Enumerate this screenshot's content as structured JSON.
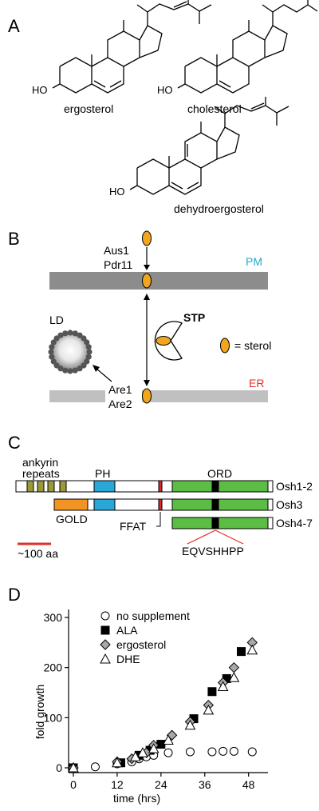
{
  "panels": {
    "a": {
      "label": "A",
      "molecules": [
        {
          "name": "ergosterol",
          "hydroxyl": "HO"
        },
        {
          "name": "cholesterol",
          "hydroxyl": "HO"
        },
        {
          "name": "dehydroergosterol",
          "hydroxyl": "HO"
        }
      ]
    },
    "b": {
      "label": "B",
      "transporters": [
        "Aus1",
        "Pdr11"
      ],
      "pm_label": "PM",
      "er_label": "ER",
      "ld_label": "LD",
      "stp_label": "STP",
      "esterases": [
        "Are1",
        "Are2"
      ],
      "legend_text": "= sterol",
      "colors": {
        "pm": "#22aacc",
        "er": "#e0302a",
        "sterol": "#f2a51f",
        "membrane": "#8c8c8c",
        "er_membrane": "#c0c0c0"
      }
    },
    "c": {
      "label": "C",
      "ankyrin_label_1": "ankyrin",
      "ankyrin_label_2": "repeats",
      "ph_label": "PH",
      "ord_label": "ORD",
      "gold_label": "GOLD",
      "ffat_label": "FFAT",
      "motif_label": "EQVSHHPP",
      "proteins": [
        "Osh1-2",
        "Osh3",
        "Osh4-7"
      ],
      "scale_label": "~100 aa",
      "colors": {
        "ankyrin": "#9a9a3a",
        "ph": "#29a8d8",
        "ord": "#5cbd45",
        "gold": "#f39322",
        "ffat": "#d82b2b",
        "motif": "#000000",
        "scale": "#e0302a"
      }
    },
    "d": {
      "label": "D",
      "legend": [
        {
          "text": "no supplement",
          "marker": "circle"
        },
        {
          "text": "ALA",
          "marker": "square"
        },
        {
          "text": "ergosterol",
          "marker": "diamond"
        },
        {
          "text": "DHE",
          "marker": "triangle"
        }
      ]
    }
  },
  "chart_data": {
    "type": "scatter",
    "xlabel": "time (hrs)",
    "ylabel": "fold growth",
    "xlim": [
      0,
      52
    ],
    "ylim": [
      0,
      300
    ],
    "xticks": [
      0,
      12,
      24,
      36,
      48
    ],
    "yticks": [
      0,
      100,
      200,
      300
    ],
    "grid": false,
    "legend_position": "top-right",
    "series": [
      {
        "name": "no supplement",
        "marker": "circle",
        "x": [
          0,
          6,
          12,
          16,
          18,
          20,
          22,
          26,
          32,
          38,
          41,
          44,
          49
        ],
        "y": [
          0,
          2,
          8,
          12,
          18,
          22,
          25,
          30,
          32,
          32,
          33,
          33,
          32
        ]
      },
      {
        "name": "ALA",
        "marker": "square",
        "x": [
          0,
          13,
          18,
          21,
          24,
          33,
          38,
          42,
          46
        ],
        "y": [
          0,
          10,
          25,
          35,
          47,
          98,
          152,
          178,
          232
        ]
      },
      {
        "name": "ergosterol",
        "marker": "diamond",
        "x": [
          0,
          12,
          16,
          20,
          22,
          27,
          32,
          37,
          41,
          44,
          49
        ],
        "y": [
          0,
          12,
          18,
          30,
          45,
          65,
          92,
          125,
          170,
          200,
          250
        ]
      },
      {
        "name": "DHE",
        "marker": "triangle",
        "x": [
          0,
          12,
          17,
          19,
          22,
          26,
          32,
          37,
          41,
          44,
          49
        ],
        "y": [
          0,
          10,
          22,
          30,
          38,
          55,
          85,
          115,
          162,
          180,
          235
        ]
      }
    ]
  }
}
